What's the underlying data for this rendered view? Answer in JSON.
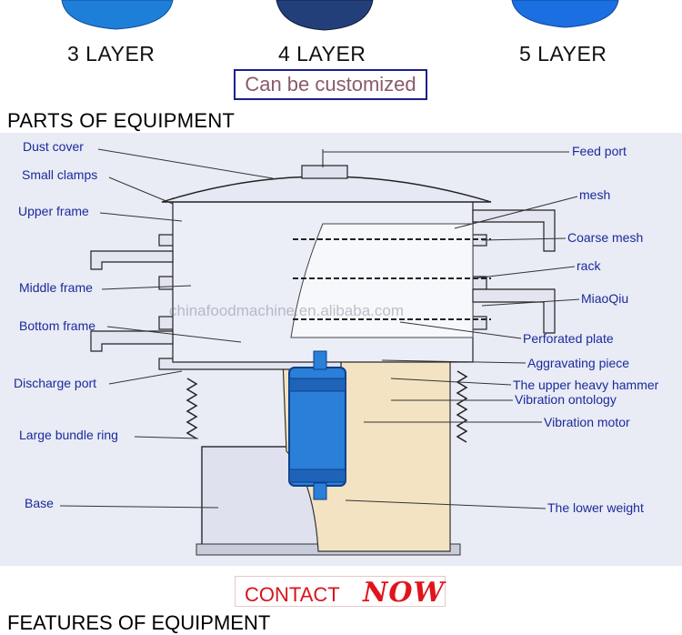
{
  "layers": [
    "3 LAYER",
    "4 LAYER",
    "5 LAYER"
  ],
  "customized": "Can be customized",
  "parts_title": "PARTS OF EQUIPMENT",
  "watermark": "chinafoodmachine.en.alibaba.com",
  "parts_left": [
    "Dust cover",
    "Small clamps",
    "Upper frame",
    "Middle frame",
    "Bottom frame",
    "Discharge port",
    "Large bundle ring",
    "Base"
  ],
  "parts_right": [
    "Feed port",
    "mesh",
    "Coarse mesh",
    "rack",
    "MiaoQiu",
    "Perforated plate",
    "Aggravating piece",
    "The upper heavy hammer",
    "Vibration ontology",
    "Vibration motor",
    "The lower weight"
  ],
  "contact_label": "CONTACT",
  "contact_now": "NOW",
  "features_title": "FEATURES OF EQUIPMENT",
  "colors": {
    "label_blue": "#1a2a9a",
    "box_border": "#1a1f8c",
    "drum_blue": "#1e6fd8",
    "motor_blue": "#2a7fd8",
    "contact_red": "#d8141c"
  }
}
